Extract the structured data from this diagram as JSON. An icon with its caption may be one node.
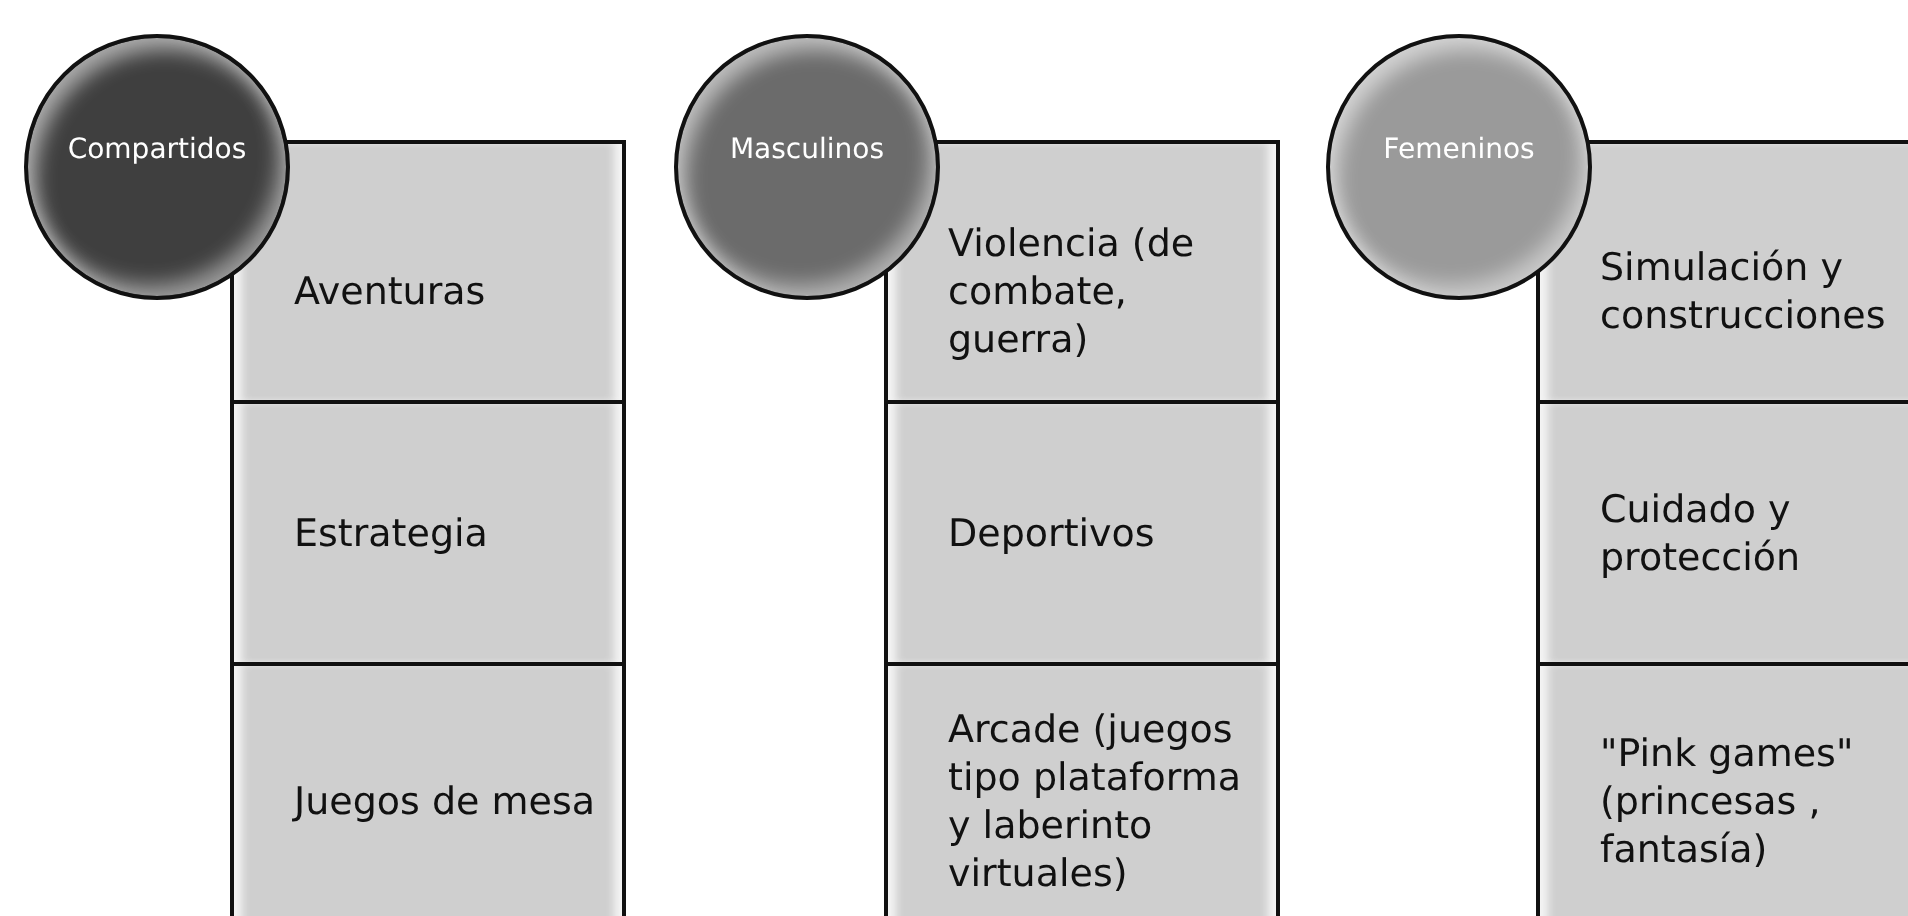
{
  "diagram": {
    "nodes": [
      {
        "text": [
          "Compartidos"
        ]
      },
      {
        "text": [
          "Aventuras"
        ]
      },
      {
        "text": [
          "Estrategia"
        ]
      },
      {
        "text": [
          "Juegos de mesa"
        ]
      },
      {
        "text": [
          "Masculinos"
        ]
      },
      {
        "text": [
          "Violencia (de combate, guerra)"
        ]
      },
      {
        "text": [
          "Deportivos"
        ]
      },
      {
        "text": [
          "Arcade (juegos tipo plataforma y laberinto virtuales)"
        ]
      },
      {
        "text": [
          "Femeninos"
        ]
      },
      {
        "text": [
          "Simulación y construcciones"
        ]
      },
      {
        "text": [
          "Cuidado y protección"
        ]
      },
      {
        "text": [
          "\"Pink games\" (princesas , fantasía)"
        ]
      }
    ]
  }
}
